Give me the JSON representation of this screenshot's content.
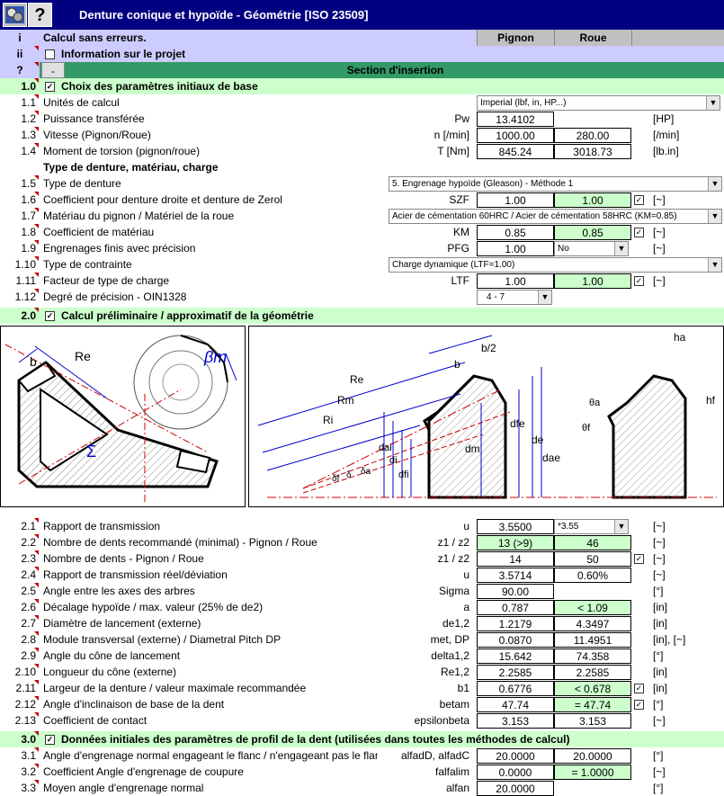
{
  "app": {
    "title": "Denture conique et hypoïde - Géométrie [ISO 23509]",
    "help": "?"
  },
  "header": {
    "index": "i",
    "status": "Calcul sans erreurs.",
    "col1": "Pignon",
    "col2": "Roue"
  },
  "info": {
    "index": "ii",
    "label": "Information sur le projet"
  },
  "insert": {
    "index": "?",
    "minus": "-",
    "label": "Section d'insertion"
  },
  "s1": {
    "index": "1.0",
    "title": "Choix des paramètres initiaux de base",
    "rows": [
      {
        "n": "1.1",
        "label": "Unités de calcul",
        "combo": "Imperial (lbf, in, HP...)"
      },
      {
        "n": "1.2",
        "label": "Puissance transférée",
        "sym": "Pw",
        "v1": "13.4102",
        "unit": "[HP]"
      },
      {
        "n": "1.3",
        "label": "Vitesse (Pignon/Roue)",
        "sym": "n [/min]",
        "v1": "1000.00",
        "v2": "280.00",
        "unit": "[/min]"
      },
      {
        "n": "1.4",
        "label": "Moment de torsion (pignon/roue)",
        "sym": "T [Nm]",
        "v1": "845.24",
        "v2": "3018.73",
        "unit": "[lb.in]"
      }
    ],
    "subtitle": "Type de denture, matériau, charge",
    "rows2": [
      {
        "n": "1.5",
        "label": "Type de denture",
        "combo": "5. Engrenage hypoïde (Gleason) - Méthode 1"
      },
      {
        "n": "1.6",
        "label": "Coefficient pour denture droite et denture de Zerol",
        "sym": "SZF",
        "v1": "1.00",
        "v2": "1.00",
        "unit": "[~]"
      },
      {
        "n": "1.7",
        "label": "Matériau du pignon / Matériel de la roue",
        "combo": "Acier de cémentation 60HRC / Acier de cémentation 58HRC (KM=0.85)"
      },
      {
        "n": "1.8",
        "label": "Coefficient de matériau",
        "sym": "KM",
        "v1": "0.85",
        "v2": "0.85",
        "unit": "[~]"
      },
      {
        "n": "1.9",
        "label": "Engrenages finis avec précision",
        "sym": "PFG",
        "v1": "1.00",
        "combo": "No",
        "unit": "[~]"
      },
      {
        "n": "1.10",
        "label": "Type de contrainte",
        "combo": "Charge dynamique (LTF=1.00)"
      },
      {
        "n": "1.11",
        "label": "Facteur de type de charge",
        "sym": "LTF",
        "v1": "1.00",
        "v2": "1.00",
        "unit": "[~]"
      },
      {
        "n": "1.12",
        "label": "Degré de précision - OIN1328",
        "combo": "4 - 7"
      }
    ]
  },
  "s2": {
    "index": "2.0",
    "title": "Calcul préliminaire / approximatif de la géométrie",
    "fig1": {
      "Re": "Re",
      "b": "b",
      "beta": "βm",
      "sigma": "Σ"
    },
    "fig2": {
      "bhalf": "b/2",
      "b": "b",
      "Re": "Re",
      "Rm": "Rm",
      "Ri": "Ri",
      "dfe": "dfe",
      "de": "de",
      "dae": "dae",
      "dm": "dm",
      "dai": "dai",
      "di": "di",
      "dfi": "dfi",
      "da": "δa",
      "d": "δ",
      "df": "δf",
      "ha": "ha",
      "hf": "hf",
      "tha": "θa",
      "thf": "θf"
    },
    "rows": [
      {
        "n": "2.1",
        "label": "Rapport de transmission",
        "sym": "u",
        "v1": "3.5500",
        "combo": "*3.55",
        "unit": "[~]"
      },
      {
        "n": "2.2",
        "label": "Nombre de dents recommandé (minimal) - Pignon / Roue",
        "sym": "z1 / z2",
        "v1": "13  (>9)",
        "v2": "46",
        "unit": "[~]"
      },
      {
        "n": "2.3",
        "label": "Nombre de dents - Pignon / Roue",
        "sym": "z1 / z2",
        "v1": "14",
        "v2": "50",
        "unit": "[~]"
      },
      {
        "n": "2.4",
        "label": "Rapport de transmission réel/déviation",
        "sym": "u",
        "v1": "3.5714",
        "v2": "0.60%",
        "unit": "[~]"
      },
      {
        "n": "2.5",
        "label": "Angle entre les axes des arbres",
        "sym": "Sigma",
        "v1": "90.00",
        "unit": "[°]"
      },
      {
        "n": "2.6",
        "label": "Décalage hypoïde / max. valeur (25% de de2)",
        "sym": "a",
        "v1": "0.787",
        "v2": "< 1.09",
        "unit": "[in]"
      },
      {
        "n": "2.7",
        "label": "Diamètre de lancement (externe)",
        "sym": "de1,2",
        "v1": "1.2179",
        "v2": "4.3497",
        "unit": "[in]"
      },
      {
        "n": "2.8",
        "label": "Module transversal (externe) / Diametral Pitch DP",
        "sym": "met, DP",
        "v1": "0.0870",
        "v2": "11.4951",
        "unit": "[in], [~]"
      },
      {
        "n": "2.9",
        "label": "Angle du cône de lancement",
        "sym": "delta1,2",
        "v1": "15.642",
        "v2": "74.358",
        "unit": "[°]"
      },
      {
        "n": "2.10",
        "label": "Longueur du cône (externe)",
        "sym": "Re1,2",
        "v1": "2.2585",
        "v2": "2.2585",
        "unit": "[in]"
      },
      {
        "n": "2.11",
        "label": "Largeur de la denture / valeur maximale recommandée",
        "sym": "b1",
        "v1": "0.6776",
        "v2": "< 0.678",
        "unit": "[in]"
      },
      {
        "n": "2.12",
        "label": "Angle d'inclinaison de base de la dent",
        "sym": "betam",
        "v1": "47.74",
        "v2": "= 47.74",
        "unit": "[°]"
      },
      {
        "n": "2.13",
        "label": "Coefficient de contact",
        "sym": "epsilonbeta",
        "v1": "3.153",
        "v2": "3.153",
        "unit": "[~]"
      }
    ]
  },
  "s3": {
    "index": "3.0",
    "title": "Données initiales des paramètres de profil de la dent (utilisées dans toutes les méthodes de calcul)",
    "rows": [
      {
        "n": "3.1",
        "label": "Angle d'engrenage normal engageant le flanc / n'engageant pas le flanc",
        "sym": "alfadD, alfadC",
        "v1": "20.0000",
        "v2": "20.0000",
        "unit": "[°]"
      },
      {
        "n": "3.2",
        "label": "Coefficient Angle d'engrenage de coupure",
        "sym": "falfalim",
        "v1": "0.0000",
        "v2": "= 1.0000",
        "unit": "[~]"
      },
      {
        "n": "3.3",
        "label": "Moyen angle d'engrenage normal",
        "sym": "alfan",
        "v1": "20.0000",
        "unit": "[°]"
      }
    ]
  },
  "colors": {
    "titlebar": "#000080",
    "header": "#ccccff",
    "section": "#ccffcc",
    "insert": "#339966"
  }
}
